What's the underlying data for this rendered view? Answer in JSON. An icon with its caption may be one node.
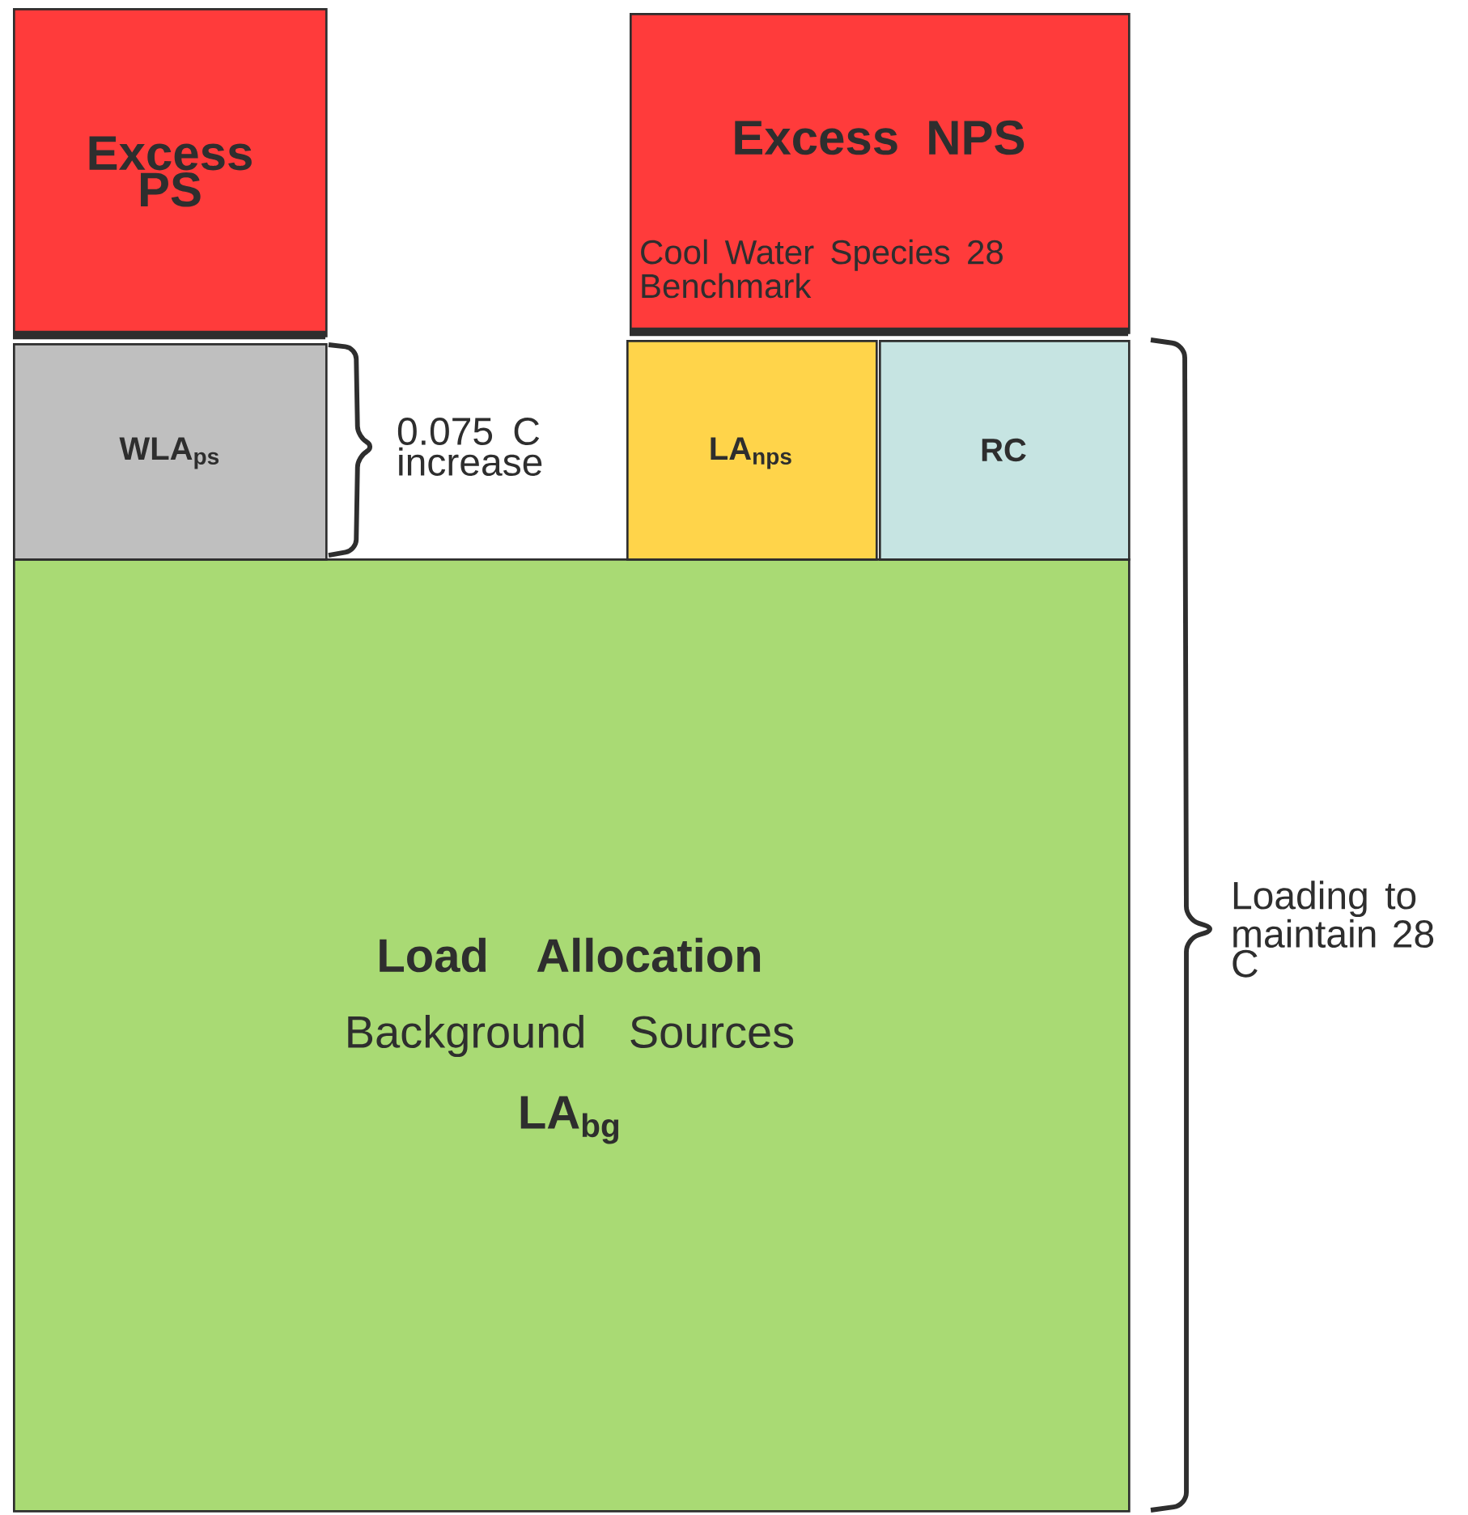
{
  "diagram": {
    "nodes": [
      {
        "text": [
          "Excess PS"
        ]
      },
      {
        "text": [
          "Excess NPS",
          "Cool Water Species 28 Benchmark"
        ]
      },
      {
        "text": [
          "WLA$_{ps}$"
        ]
      },
      {
        "text": [
          "LA$_{nps}$"
        ]
      },
      {
        "text": [
          "RC"
        ]
      },
      {
        "text": [
          "Load Allocation",
          "Background Sources",
          "LA$_{bg}$"
        ]
      }
    ],
    "labels": [
      "0.075 C increase",
      "Loading to maintain 28 C"
    ]
  }
}
